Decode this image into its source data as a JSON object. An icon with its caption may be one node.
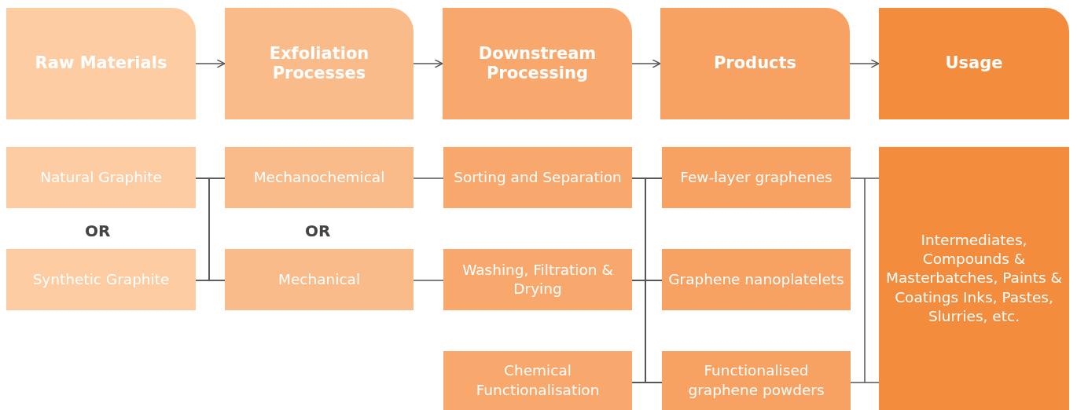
{
  "diagram": {
    "nodes": [
      {
        "text": [
          "Raw Materials"
        ]
      },
      {
        "text": [
          "Exfoliation Processes"
        ]
      },
      {
        "text": [
          "Downstream Processing"
        ]
      },
      {
        "text": [
          "Products"
        ]
      },
      {
        "text": [
          "Usage"
        ]
      },
      {
        "text": [
          "Natural Graphite"
        ]
      },
      {
        "text": [
          "Synthetic Graphite"
        ]
      },
      {
        "text": [
          "Mechanochemical"
        ]
      },
      {
        "text": [
          "Mechanical"
        ]
      },
      {
        "text": [
          "Sorting and Separation"
        ]
      },
      {
        "text": [
          "Washing, Filtration & Drying"
        ]
      },
      {
        "text": [
          "Chemical Functionalisation"
        ]
      },
      {
        "text": [
          "Few-layer graphenes"
        ]
      },
      {
        "text": [
          "Graphene nanoplatelets"
        ]
      },
      {
        "text": [
          "Functionalised graphene powders"
        ]
      },
      {
        "text": [
          "Intermediates, Compounds & Masterbatches, Paints & Coatings Inks, Pastes, Slurries, etc."
        ]
      }
    ],
    "edges": [
      {
        "from": 0,
        "to": 1,
        "arrow": "to"
      },
      {
        "from": 1,
        "to": 2,
        "arrow": "to"
      },
      {
        "from": 2,
        "to": 3,
        "arrow": "to"
      },
      {
        "from": 3,
        "to": 4,
        "arrow": "to"
      },
      {
        "from": 5,
        "to": 7,
        "arrow": "none"
      },
      {
        "from": 5,
        "to": 8,
        "arrow": "none"
      },
      {
        "from": 6,
        "to": 7,
        "arrow": "none"
      },
      {
        "from": 6,
        "to": 8,
        "arrow": "none"
      },
      {
        "from": 7,
        "to": 9,
        "arrow": "none"
      },
      {
        "from": 8,
        "to": 10,
        "arrow": "none"
      },
      {
        "from": 9,
        "to": 12,
        "arrow": "none"
      },
      {
        "from": 9,
        "to": 13,
        "arrow": "none"
      },
      {
        "from": 9,
        "to": 14,
        "arrow": "none"
      },
      {
        "from": 10,
        "to": 12,
        "arrow": "none"
      },
      {
        "from": 10,
        "to": 13,
        "arrow": "none"
      },
      {
        "from": 10,
        "to": 14,
        "arrow": "none"
      },
      {
        "from": 11,
        "to": 12,
        "arrow": "none"
      },
      {
        "from": 11,
        "to": 13,
        "arrow": "none"
      },
      {
        "from": 11,
        "to": 14,
        "arrow": "none"
      },
      {
        "from": 12,
        "to": 15,
        "arrow": "none"
      },
      {
        "from": 14,
        "to": 15,
        "arrow": "none"
      }
    ],
    "labels": [
      "OR",
      "OR"
    ]
  }
}
